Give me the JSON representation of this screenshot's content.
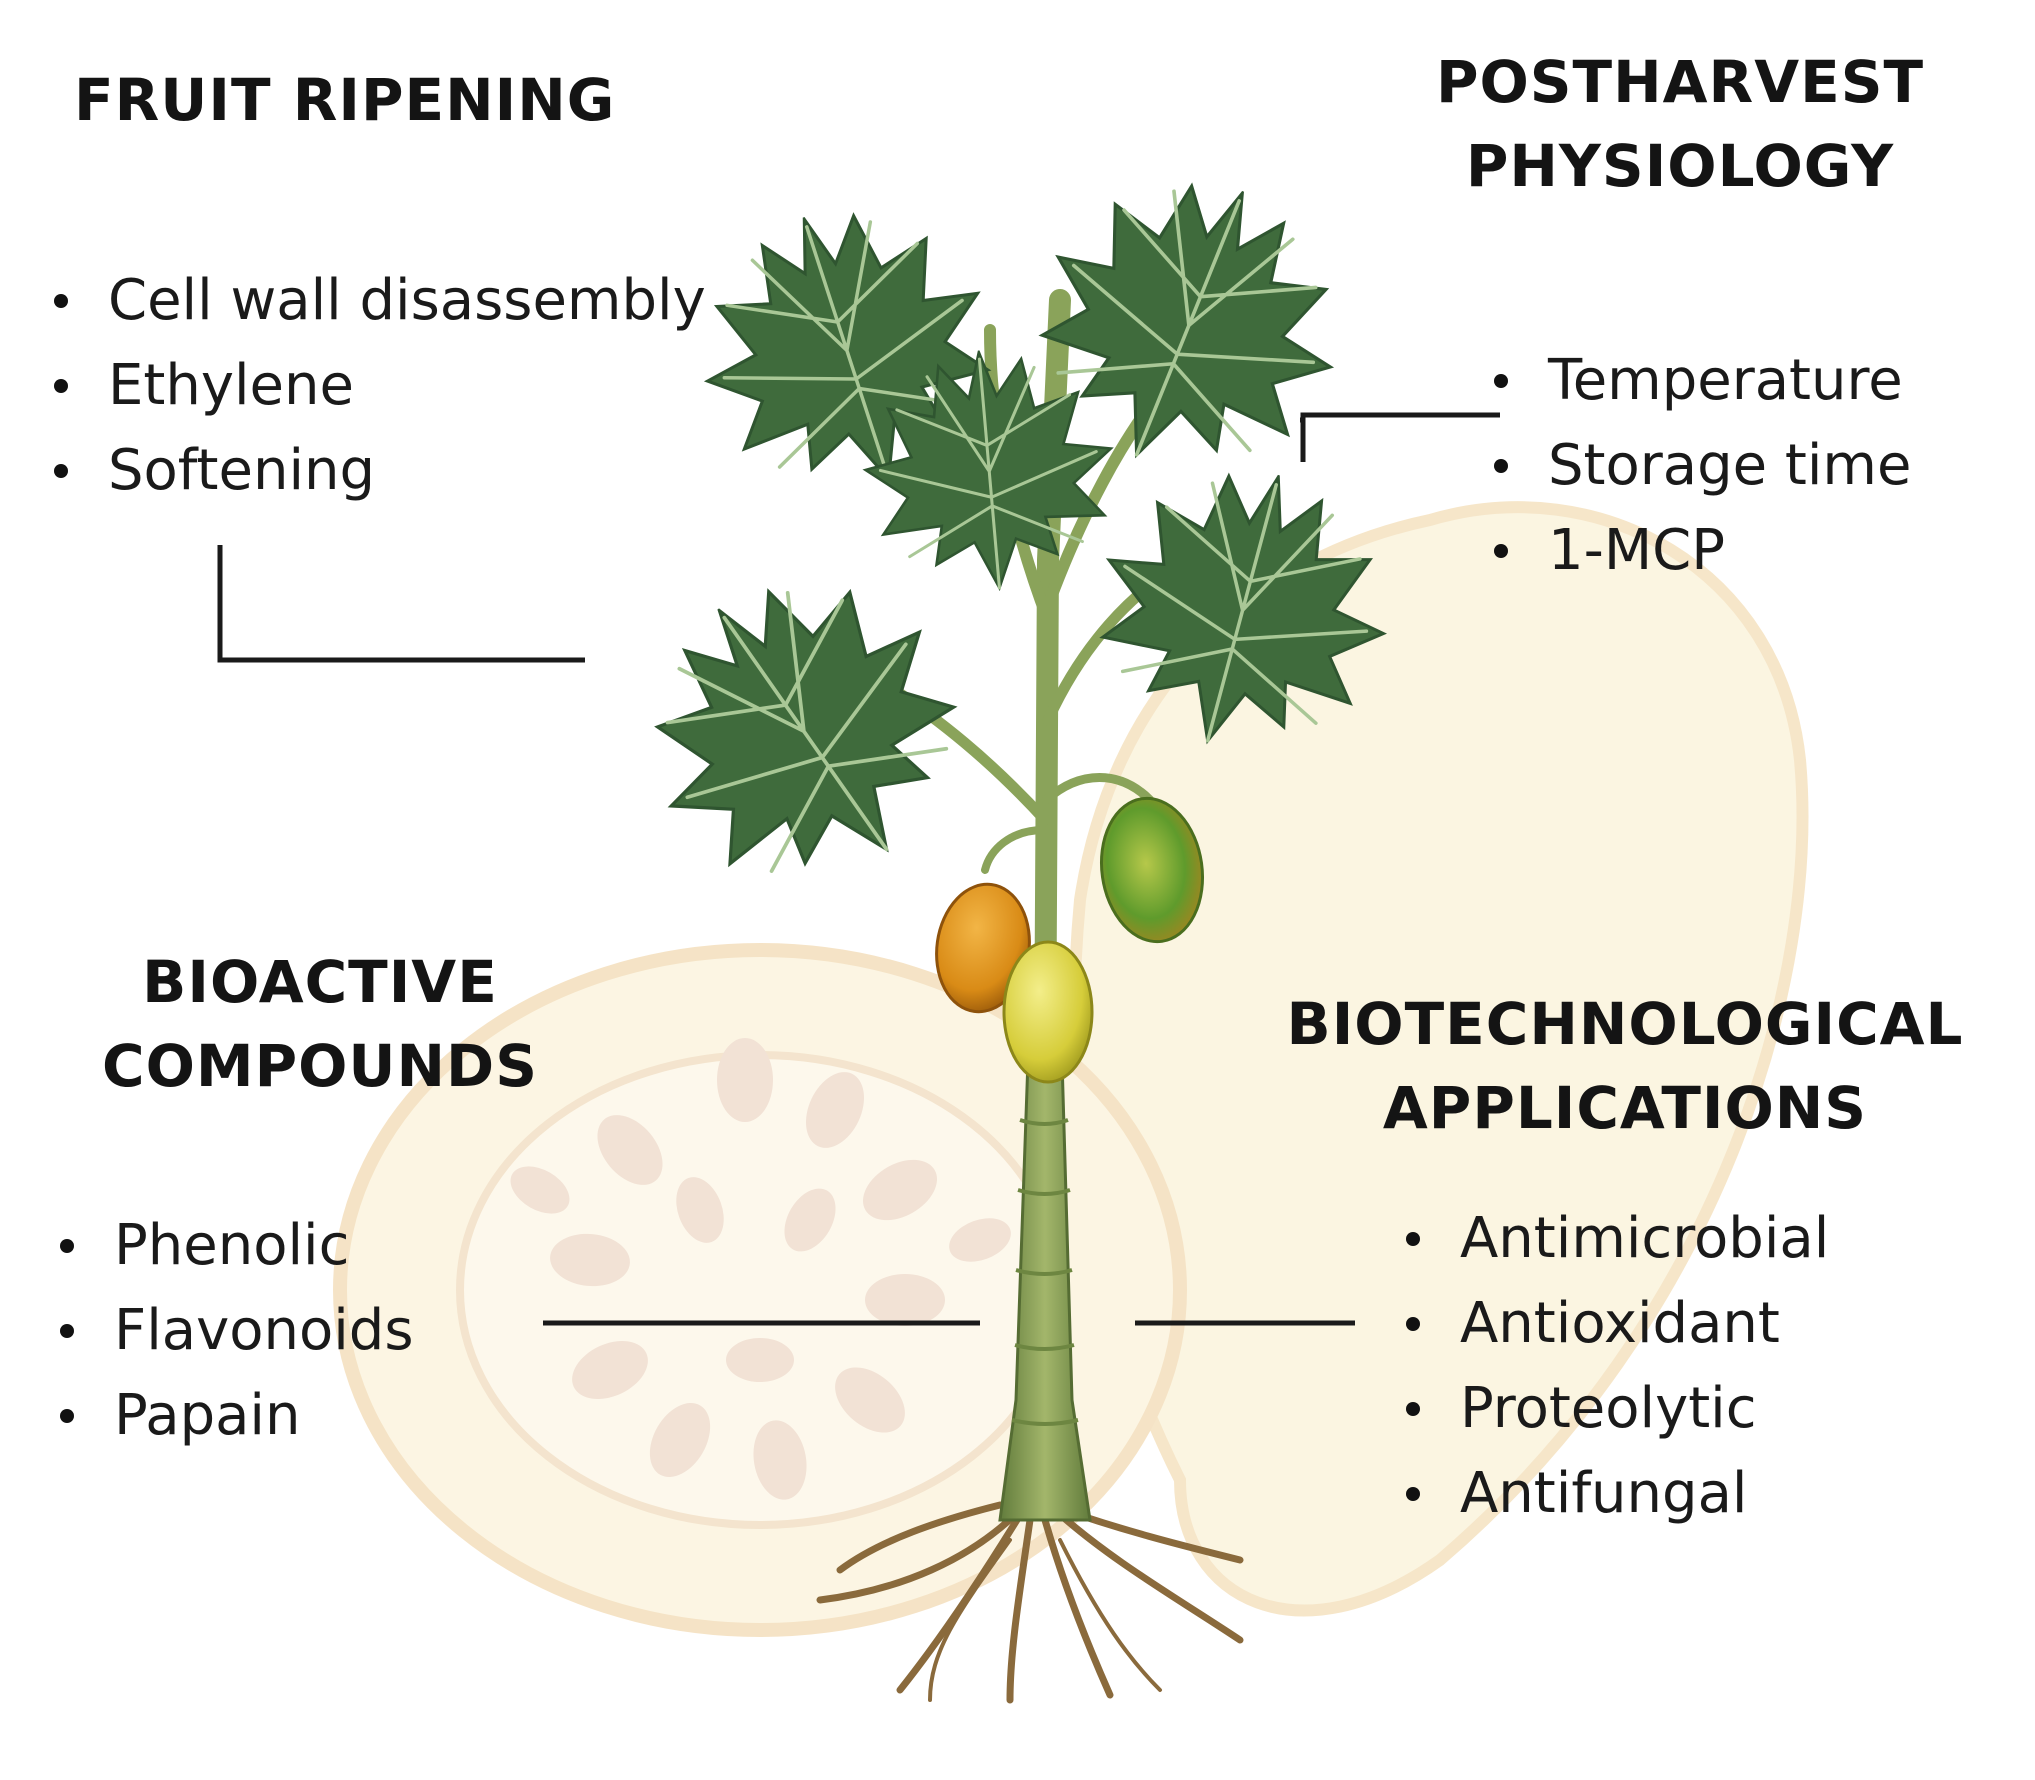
{
  "colors": {
    "leaf": "#3f6b3c",
    "leaf_vein": "#9bbf8a",
    "stem": "#7c9650",
    "fruit_orange": "#d9901c",
    "fruit_yellow": "#d8d24a",
    "fruit_green": "#5c9a2c",
    "background_fruit": "#fbf3dc",
    "background_outline": "#f6e3c3",
    "connector": "#1a1a1a"
  },
  "sections": {
    "fruit_ripening": {
      "title": "FRUIT RIPENING",
      "items": [
        "Cell wall disassembly",
        "Ethylene",
        "Softening"
      ]
    },
    "postharvest": {
      "title_line1": "POSTHARVEST",
      "title_line2": "PHYSIOLOGY",
      "items": [
        "Temperature",
        "Storage time",
        "1-MCP"
      ]
    },
    "bioactive": {
      "title_line1": "BIOACTIVE",
      "title_line2": "COMPOUNDS",
      "items": [
        "Phenolic",
        "Flavonoids",
        "Papain"
      ]
    },
    "biotech": {
      "title_line1": "BIOTECHNOLOGICAL",
      "title_line2": "APPLICATIONS",
      "items": [
        "Antimicrobial",
        "Antioxidant",
        "Proteolytic",
        "Antifungal"
      ]
    }
  },
  "icons": [
    "papaya-plant-illustration",
    "papaya-fruit-background-illustration",
    "papaya-cross-section-background-illustration"
  ]
}
